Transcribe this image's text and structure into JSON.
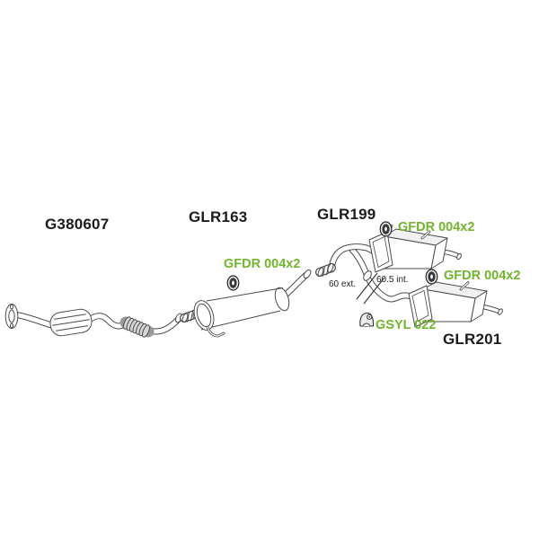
{
  "page": {
    "background": "#ffffff"
  },
  "colors": {
    "line": "#4a4a4a",
    "part_code_black": "#1b1b1b",
    "part_code_green": "#71b52c"
  },
  "labels": {
    "front_pipe": "G380607",
    "centre_silencer": "GLR163",
    "rear_silencer_upper": "GLR199",
    "rear_silencer_lower": "GLR201",
    "hanger_upper": "GFDR 004x2",
    "hanger_centre": "GFDR 004x2",
    "hanger_lower": "GFDR 004x2",
    "clamp": "GSYL 022",
    "dimension_external": "60 ext.",
    "dimension_internal": "60.5 int."
  },
  "icons": {
    "hanger": "rubber-hanger-grommet-icon",
    "clamp": "exhaust-clamp-icon"
  }
}
